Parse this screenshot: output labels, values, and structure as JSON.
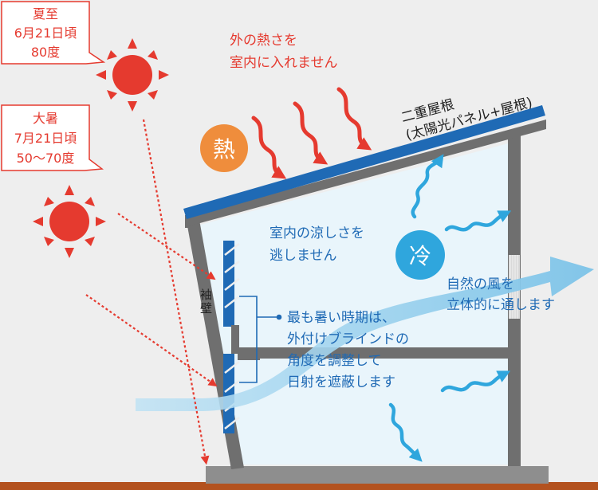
{
  "callouts": {
    "summer_solstice": {
      "line1": "夏至",
      "line2": "6月21日頃",
      "line3": "80度"
    },
    "great_heat": {
      "line1": "大暑",
      "line2": "7月21日頃",
      "line3": "50〜70度"
    }
  },
  "labels": {
    "heat_block_1": "外の熱さを",
    "heat_block_2": "室内に入れません",
    "heat_badge": "熱",
    "cool_badge": "冷",
    "roof_1": "二重屋根",
    "roof_2": "(太陽光パネル+屋根)",
    "keep_cool_1": "室内の涼しさを",
    "keep_cool_2": "逃しません",
    "wind_1": "自然の風を",
    "wind_2": "立体的に通します",
    "wing_wall": "袖壁",
    "blind_1": "最も暑い時期は、",
    "blind_2": "外付けブラインドの",
    "blind_3": "角度を調整して",
    "blind_4": "日射を遮蔽します"
  },
  "colors": {
    "red": "#e53a2f",
    "orange": "#ef8d3c",
    "blue": "#2fa6dd",
    "navy": "#1f6ab5",
    "interior": "#e9f5fb",
    "wall": "#6f6f6f",
    "ground": "#b3521f"
  }
}
